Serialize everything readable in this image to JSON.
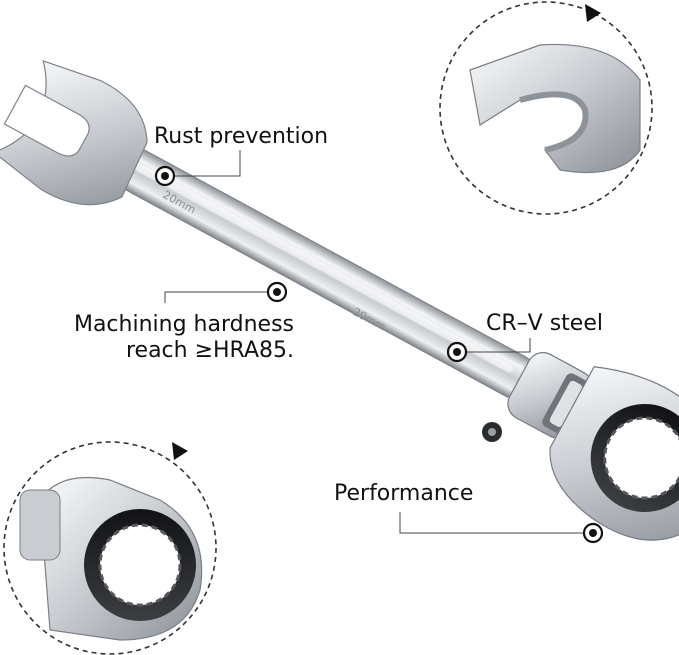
{
  "callouts": {
    "rust": "Rust prevention",
    "hardness_line1": "Machining hardness",
    "hardness_line2": "reach ≥HRA85.",
    "steel": "CR–V steel",
    "performance": "Performance"
  },
  "engravings": {
    "size_near_head": "20mm",
    "size_mid_shaft": "20mm"
  },
  "colors": {
    "metal_light": "#f2f3f5",
    "metal_mid": "#c4c8cd",
    "metal_dark": "#8d9299",
    "ratchet_ring": "#2a2b2e",
    "callout_line": "#444444"
  }
}
